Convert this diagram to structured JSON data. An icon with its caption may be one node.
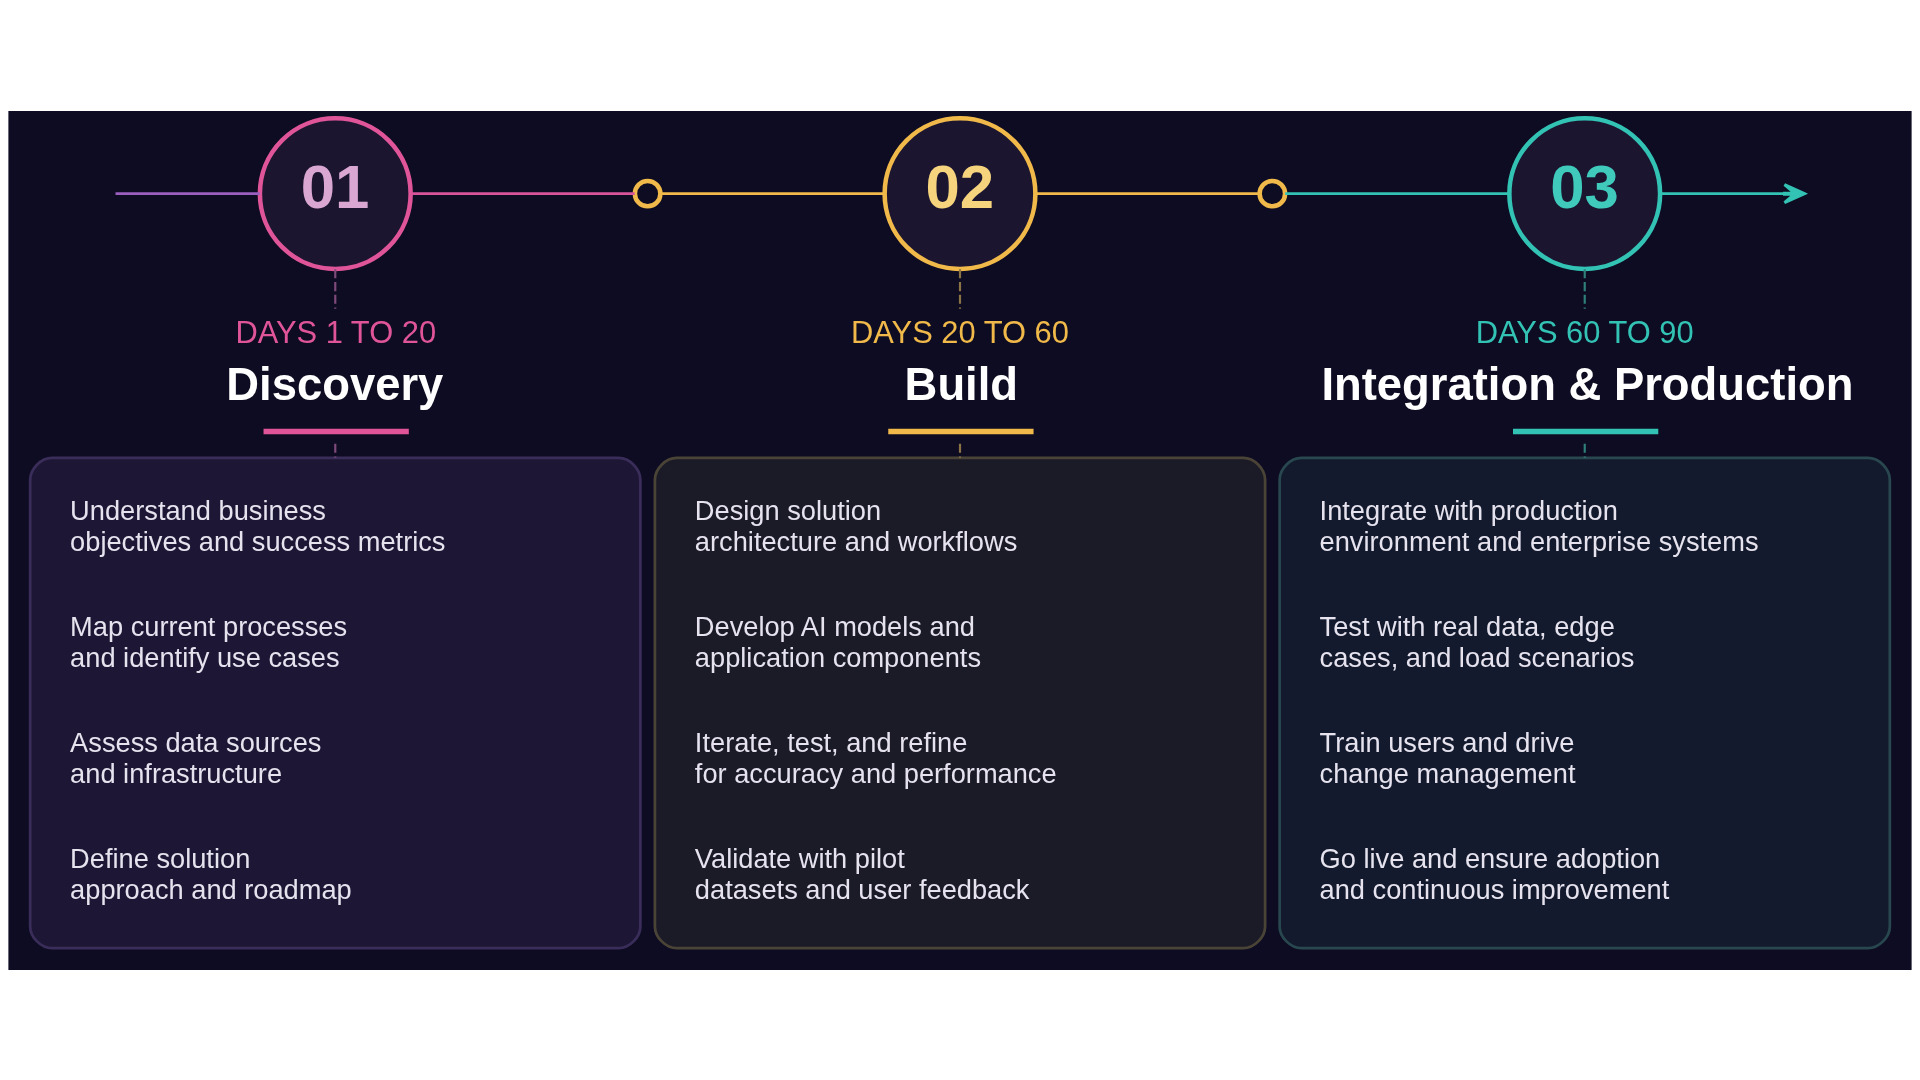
{
  "diagram": {
    "nodes": [
      {
        "text": [
          "01"
        ]
      },
      {
        "text": [],
        "shape": "circle"
      },
      {
        "text": [
          "02"
        ]
      },
      {
        "text": [],
        "shape": "circle"
      },
      {
        "text": [
          "03"
        ]
      },
      {
        "text": [
          "DAYS 1 TO 20",
          "Discovery"
        ]
      },
      {
        "text": [
          "DAYS 20 TO 60",
          "Build"
        ]
      },
      {
        "text": [
          "DAYS 60 TO 90",
          "Integration & Production"
        ]
      },
      {
        "text": [],
        "shape": "box"
      },
      {
        "text": [
          "Understand business objectives and success metrics"
        ],
        "in": 8
      },
      {
        "text": [
          "Map current processes and identify use cases"
        ],
        "in": 8
      },
      {
        "text": [
          "Assess data sources and infrastructure"
        ],
        "in": 8
      },
      {
        "text": [
          "Define solution approach and roadmap"
        ],
        "in": 8
      },
      {
        "text": [],
        "shape": "box"
      },
      {
        "text": [
          "Design solution architecture and workflows"
        ],
        "in": 13
      },
      {
        "text": [
          "Develop AI models and application components"
        ],
        "in": 13
      },
      {
        "text": [
          "Iterate, test, and refine for accuracy and performance"
        ],
        "in": 13
      },
      {
        "text": [
          "Validate with pilot datasets and user feedback"
        ],
        "in": 13
      },
      {
        "text": [],
        "shape": "box"
      },
      {
        "text": [
          "Integrate with production environment and enterprise systems"
        ],
        "in": 18
      },
      {
        "text": [
          "Test with real data, edge cases, and load scenarios"
        ],
        "in": 18
      },
      {
        "text": [
          "Train users and drive change management"
        ],
        "in": 18
      },
      {
        "text": [
          "Go live and ensure adoption and continuous improvement"
        ],
        "in": 18
      }
    ],
    "edges": [
      {
        "from": null,
        "to": 0,
        "arrow": "none",
        "color": "#9b5fc0"
      },
      {
        "from": 0,
        "to": 1,
        "arrow": "none",
        "color": "#d8559b"
      },
      {
        "from": 1,
        "to": 2,
        "arrow": "none",
        "color": "#f0b94a"
      },
      {
        "from": 2,
        "to": 3,
        "arrow": "none",
        "color": "#f0b94a"
      },
      {
        "from": 3,
        "to": 4,
        "arrow": "none",
        "color": "#33c3b5"
      },
      {
        "from": 4,
        "to": null,
        "arrow": "to",
        "color": "#33c3b5"
      },
      {
        "from": 0,
        "to": 5,
        "arrow": "none",
        "style": "dashed",
        "color": "#7d4a7a"
      },
      {
        "from": 5,
        "to": 8,
        "arrow": "none",
        "style": "dashed",
        "color": "#7d4a7a"
      },
      {
        "from": 2,
        "to": 6,
        "arrow": "none",
        "style": "dashed",
        "color": "#8a7445"
      },
      {
        "from": 6,
        "to": 13,
        "arrow": "none",
        "style": "dashed",
        "color": "#8a7445"
      },
      {
        "from": 4,
        "to": 7,
        "arrow": "none",
        "style": "dashed",
        "color": "#2f7f7b"
      },
      {
        "from": 7,
        "to": 18,
        "arrow": "none",
        "style": "dashed",
        "color": "#2f7f7b"
      }
    ]
  }
}
